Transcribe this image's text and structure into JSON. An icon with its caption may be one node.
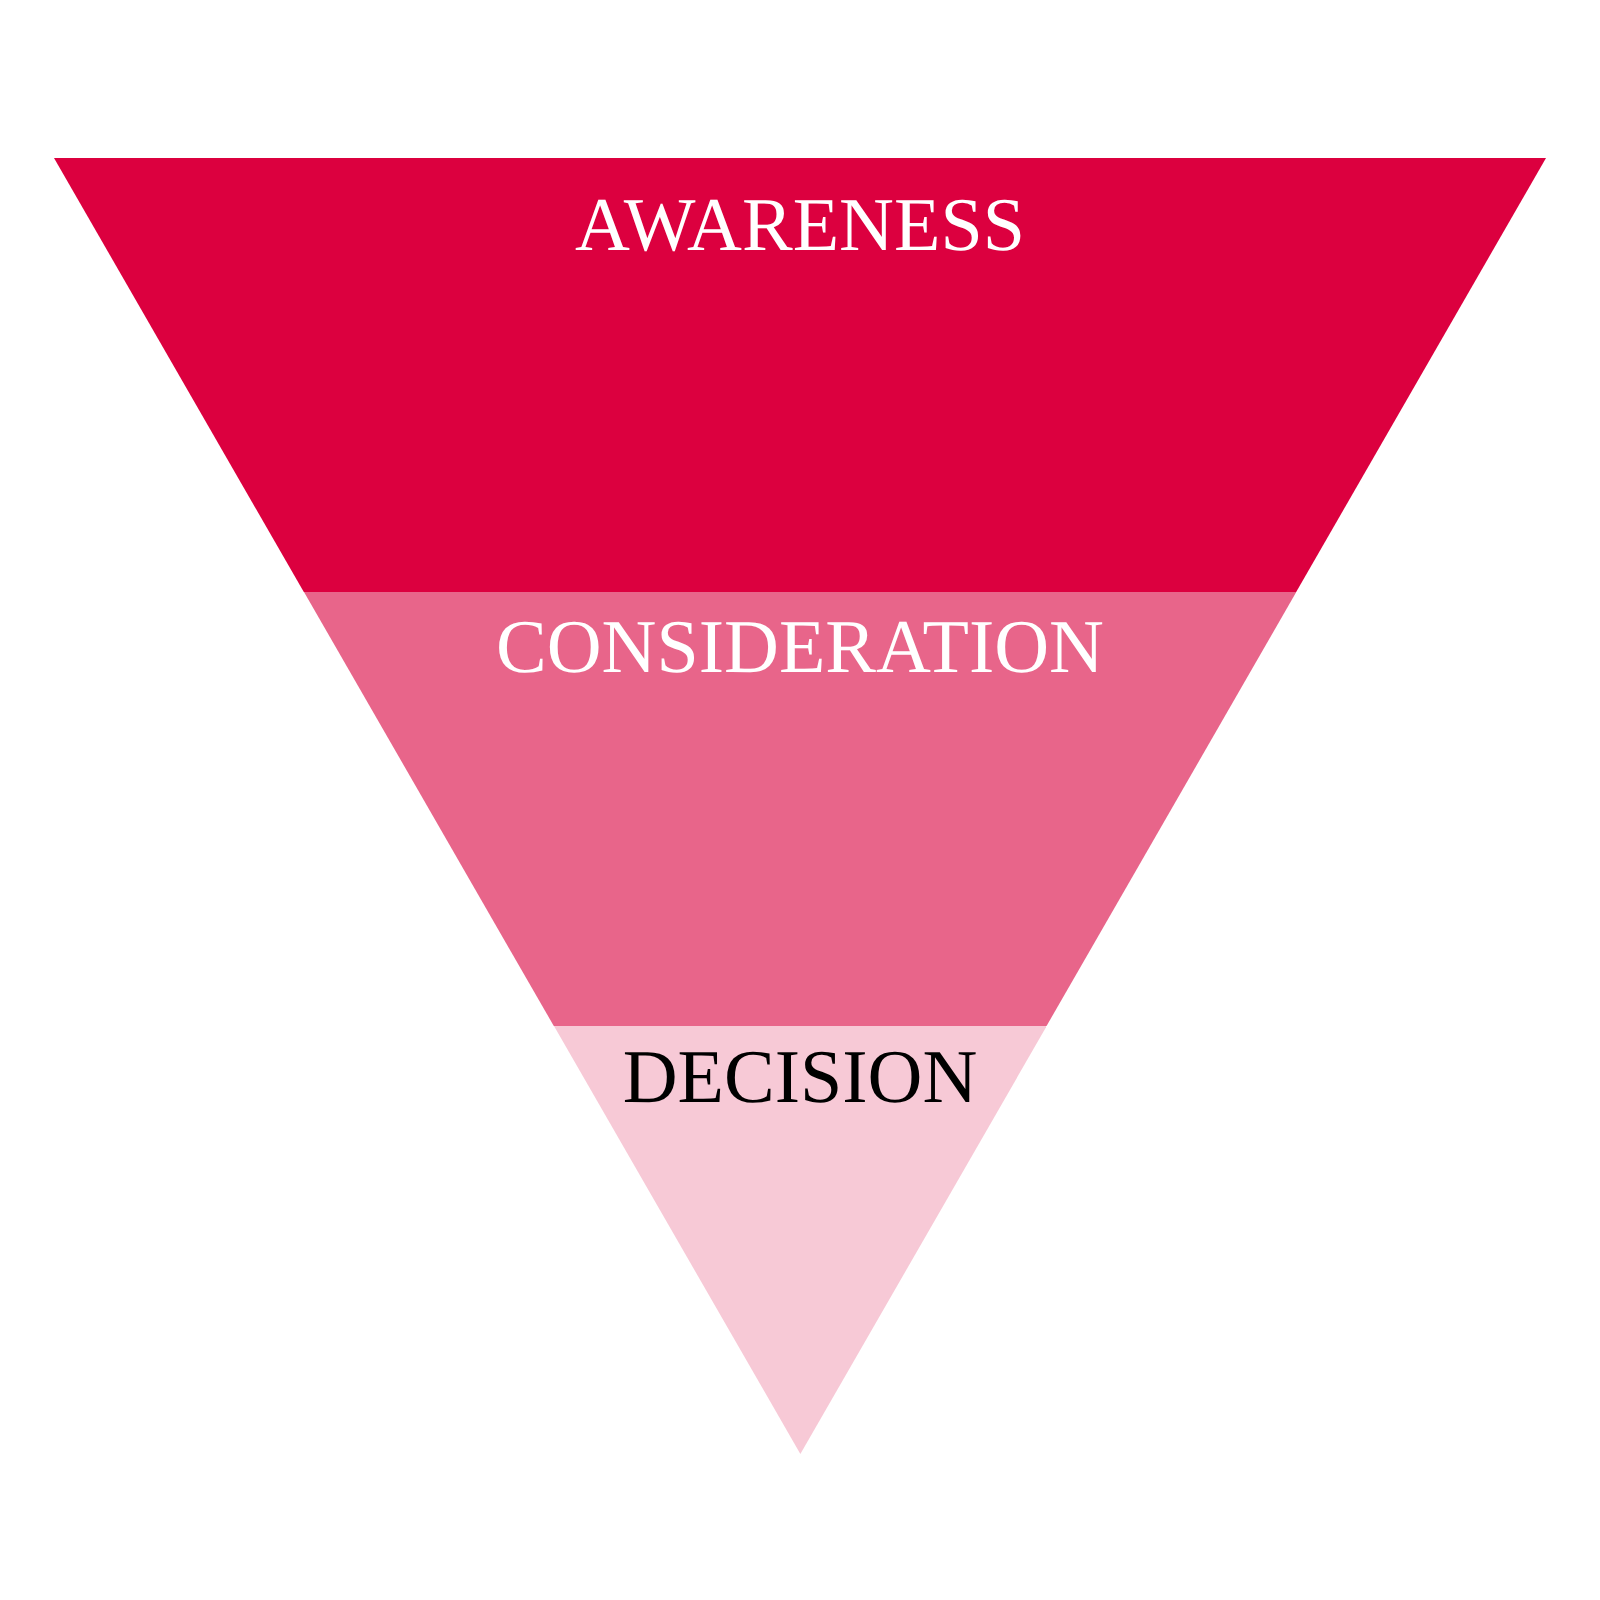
{
  "diagram": {
    "nodes": [
      {
        "text": [
          "AWARENESS"
        ]
      },
      {
        "text": [
          "CONSIDERATION"
        ]
      },
      {
        "text": [
          "DECISION"
        ]
      }
    ]
  }
}
